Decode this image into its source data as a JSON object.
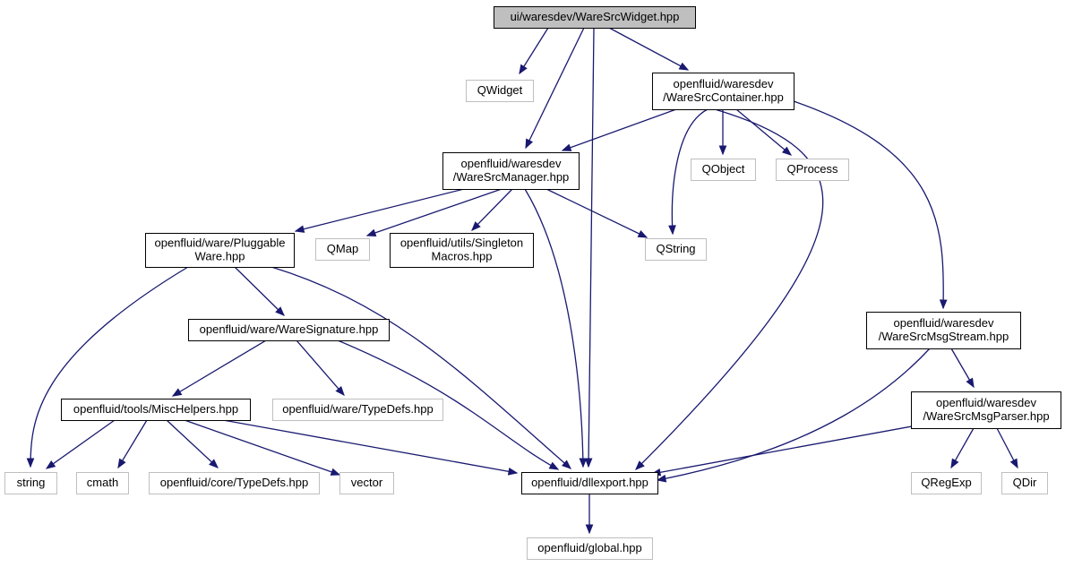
{
  "colors": {
    "edge": "#191970",
    "internal_node_border": "#000000",
    "external_node_border": "#bfbfbf",
    "root_node_fill": "#bfbfbf"
  },
  "nodes": [
    {
      "id": "root",
      "lines": [
        "ui/waresdev/WareSrcWidget.hpp"
      ],
      "kind": "root"
    },
    {
      "id": "qwidget",
      "lines": [
        "QWidget"
      ],
      "kind": "external"
    },
    {
      "id": "container",
      "lines": [
        "openfluid/waresdev",
        "/WareSrcContainer.hpp"
      ],
      "kind": "internal"
    },
    {
      "id": "manager",
      "lines": [
        "openfluid/waresdev",
        "/WareSrcManager.hpp"
      ],
      "kind": "internal"
    },
    {
      "id": "qobject",
      "lines": [
        "QObject"
      ],
      "kind": "external"
    },
    {
      "id": "qprocess",
      "lines": [
        "QProcess"
      ],
      "kind": "external"
    },
    {
      "id": "pluggable",
      "lines": [
        "openfluid/ware/Pluggable",
        "Ware.hpp"
      ],
      "kind": "internal"
    },
    {
      "id": "qmap",
      "lines": [
        "QMap"
      ],
      "kind": "external"
    },
    {
      "id": "singleton",
      "lines": [
        "openfluid/utils/Singleton",
        "Macros.hpp"
      ],
      "kind": "internal"
    },
    {
      "id": "qstring",
      "lines": [
        "QString"
      ],
      "kind": "external"
    },
    {
      "id": "msgstream",
      "lines": [
        "openfluid/waresdev",
        "/WareSrcMsgStream.hpp"
      ],
      "kind": "internal"
    },
    {
      "id": "signature",
      "lines": [
        "openfluid/ware/WareSignature.hpp"
      ],
      "kind": "internal"
    },
    {
      "id": "waretypedefs",
      "lines": [
        "openfluid/ware/TypeDefs.hpp"
      ],
      "kind": "external"
    },
    {
      "id": "mischelpers",
      "lines": [
        "openfluid/tools/MiscHelpers.hpp"
      ],
      "kind": "internal"
    },
    {
      "id": "msgparser",
      "lines": [
        "openfluid/waresdev",
        "/WareSrcMsgParser.hpp"
      ],
      "kind": "internal"
    },
    {
      "id": "string",
      "lines": [
        "string"
      ],
      "kind": "external"
    },
    {
      "id": "cmath",
      "lines": [
        "cmath"
      ],
      "kind": "external"
    },
    {
      "id": "coretypedefs",
      "lines": [
        "openfluid/core/TypeDefs.hpp"
      ],
      "kind": "external"
    },
    {
      "id": "vector",
      "lines": [
        "vector"
      ],
      "kind": "external"
    },
    {
      "id": "dllexport",
      "lines": [
        "openfluid/dllexport.hpp"
      ],
      "kind": "internal"
    },
    {
      "id": "qregexp",
      "lines": [
        "QRegExp"
      ],
      "kind": "external"
    },
    {
      "id": "qdir",
      "lines": [
        "QDir"
      ],
      "kind": "external"
    },
    {
      "id": "global",
      "lines": [
        "openfluid/global.hpp"
      ],
      "kind": "external"
    }
  ],
  "edges": [
    {
      "from": "root",
      "to": "qwidget"
    },
    {
      "from": "root",
      "to": "container"
    },
    {
      "from": "root",
      "to": "manager"
    },
    {
      "from": "root",
      "to": "dllexport"
    },
    {
      "from": "container",
      "to": "manager"
    },
    {
      "from": "container",
      "to": "qobject"
    },
    {
      "from": "container",
      "to": "qprocess"
    },
    {
      "from": "container",
      "to": "qstring"
    },
    {
      "from": "container",
      "to": "dllexport"
    },
    {
      "from": "container",
      "to": "msgstream"
    },
    {
      "from": "manager",
      "to": "pluggable"
    },
    {
      "from": "manager",
      "to": "qmap"
    },
    {
      "from": "manager",
      "to": "singleton"
    },
    {
      "from": "manager",
      "to": "qstring"
    },
    {
      "from": "manager",
      "to": "dllexport"
    },
    {
      "from": "pluggable",
      "to": "signature"
    },
    {
      "from": "pluggable",
      "to": "string"
    },
    {
      "from": "pluggable",
      "to": "dllexport"
    },
    {
      "from": "signature",
      "to": "mischelpers"
    },
    {
      "from": "signature",
      "to": "waretypedefs"
    },
    {
      "from": "signature",
      "to": "dllexport"
    },
    {
      "from": "mischelpers",
      "to": "string"
    },
    {
      "from": "mischelpers",
      "to": "cmath"
    },
    {
      "from": "mischelpers",
      "to": "coretypedefs"
    },
    {
      "from": "mischelpers",
      "to": "vector"
    },
    {
      "from": "mischelpers",
      "to": "dllexport"
    },
    {
      "from": "msgstream",
      "to": "msgparser"
    },
    {
      "from": "msgstream",
      "to": "dllexport"
    },
    {
      "from": "msgparser",
      "to": "dllexport"
    },
    {
      "from": "msgparser",
      "to": "qregexp"
    },
    {
      "from": "msgparser",
      "to": "qdir"
    },
    {
      "from": "dllexport",
      "to": "global"
    }
  ]
}
